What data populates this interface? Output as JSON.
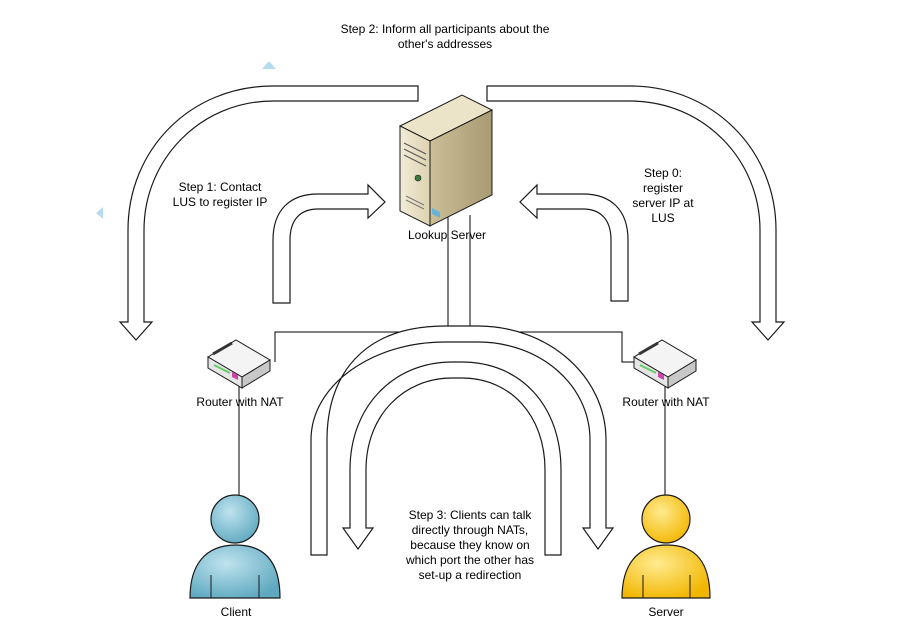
{
  "labels": {
    "step2": [
      "Step 2: Inform all participants about the",
      "other's addresses"
    ],
    "step1": [
      "Step 1: Contact",
      "LUS to register IP"
    ],
    "step0": [
      "Step 0:",
      "register",
      "server IP at",
      "LUS"
    ],
    "lookup_server": "Lookup Server",
    "router_left": "Router with NAT",
    "router_right": "Router with NAT",
    "step3": [
      "Step 3: Clients can talk",
      "directly through NATs,",
      "because they know on",
      "which port the other has",
      "set-up a redirection"
    ],
    "client": "Client",
    "server": "Server"
  },
  "colors": {
    "client_fill": "#7fbfd2",
    "server_fill": "#ffd23f",
    "arrow_stroke": "#1a1a1a",
    "line_stroke": "#000000",
    "accent_triangle": "#b6dcef",
    "router_highlight": "#66cc66",
    "router_magenta": "#cc44aa"
  },
  "icons": {
    "lookup_server": "server-tower-icon",
    "router_left": "router-icon",
    "router_right": "router-icon",
    "client": "person-icon",
    "server": "person-icon"
  }
}
